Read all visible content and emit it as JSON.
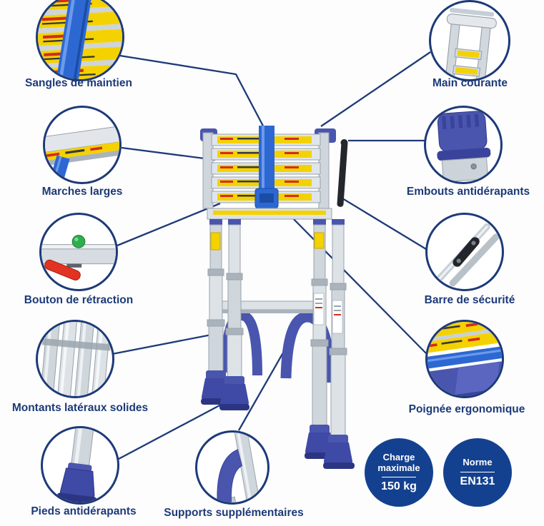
{
  "diagram": {
    "product": "telescopic-ladder",
    "callouts": [
      {
        "label": "Sangles de maintien",
        "icon": "strap-detail-icon"
      },
      {
        "label": "Main courante",
        "icon": "handrail-detail-icon"
      },
      {
        "label": "Marches larges",
        "icon": "wide-step-detail-icon"
      },
      {
        "label": "Embouts antidérapants",
        "icon": "anti-slip-cap-detail-icon"
      },
      {
        "label": "Bouton de rétraction",
        "icon": "retraction-button-detail-icon"
      },
      {
        "label": "Barre de sécurité",
        "icon": "safety-bar-detail-icon"
      },
      {
        "label": "Montants latéraux solides",
        "icon": "side-rails-detail-icon"
      },
      {
        "label": "Poignée ergonomique",
        "icon": "ergonomic-handle-detail-icon"
      },
      {
        "label": "Pieds antidérapants",
        "icon": "anti-slip-feet-detail-icon"
      },
      {
        "label": "Supports supplémentaires",
        "icon": "extra-supports-detail-icon"
      }
    ],
    "badges": [
      {
        "title_lines": [
          "Charge",
          "maximale"
        ],
        "value": "150 kg"
      },
      {
        "title_lines": [
          "Norme"
        ],
        "value": "EN131"
      }
    ],
    "colors": {
      "navy": "#1d3a78",
      "badge_blue": "#14418f",
      "strap_blue": "#2d68d2",
      "plastic_blue": "#4a55ae",
      "warning_yellow": "#f4d201",
      "aluminum": "#cfd6dc"
    }
  }
}
